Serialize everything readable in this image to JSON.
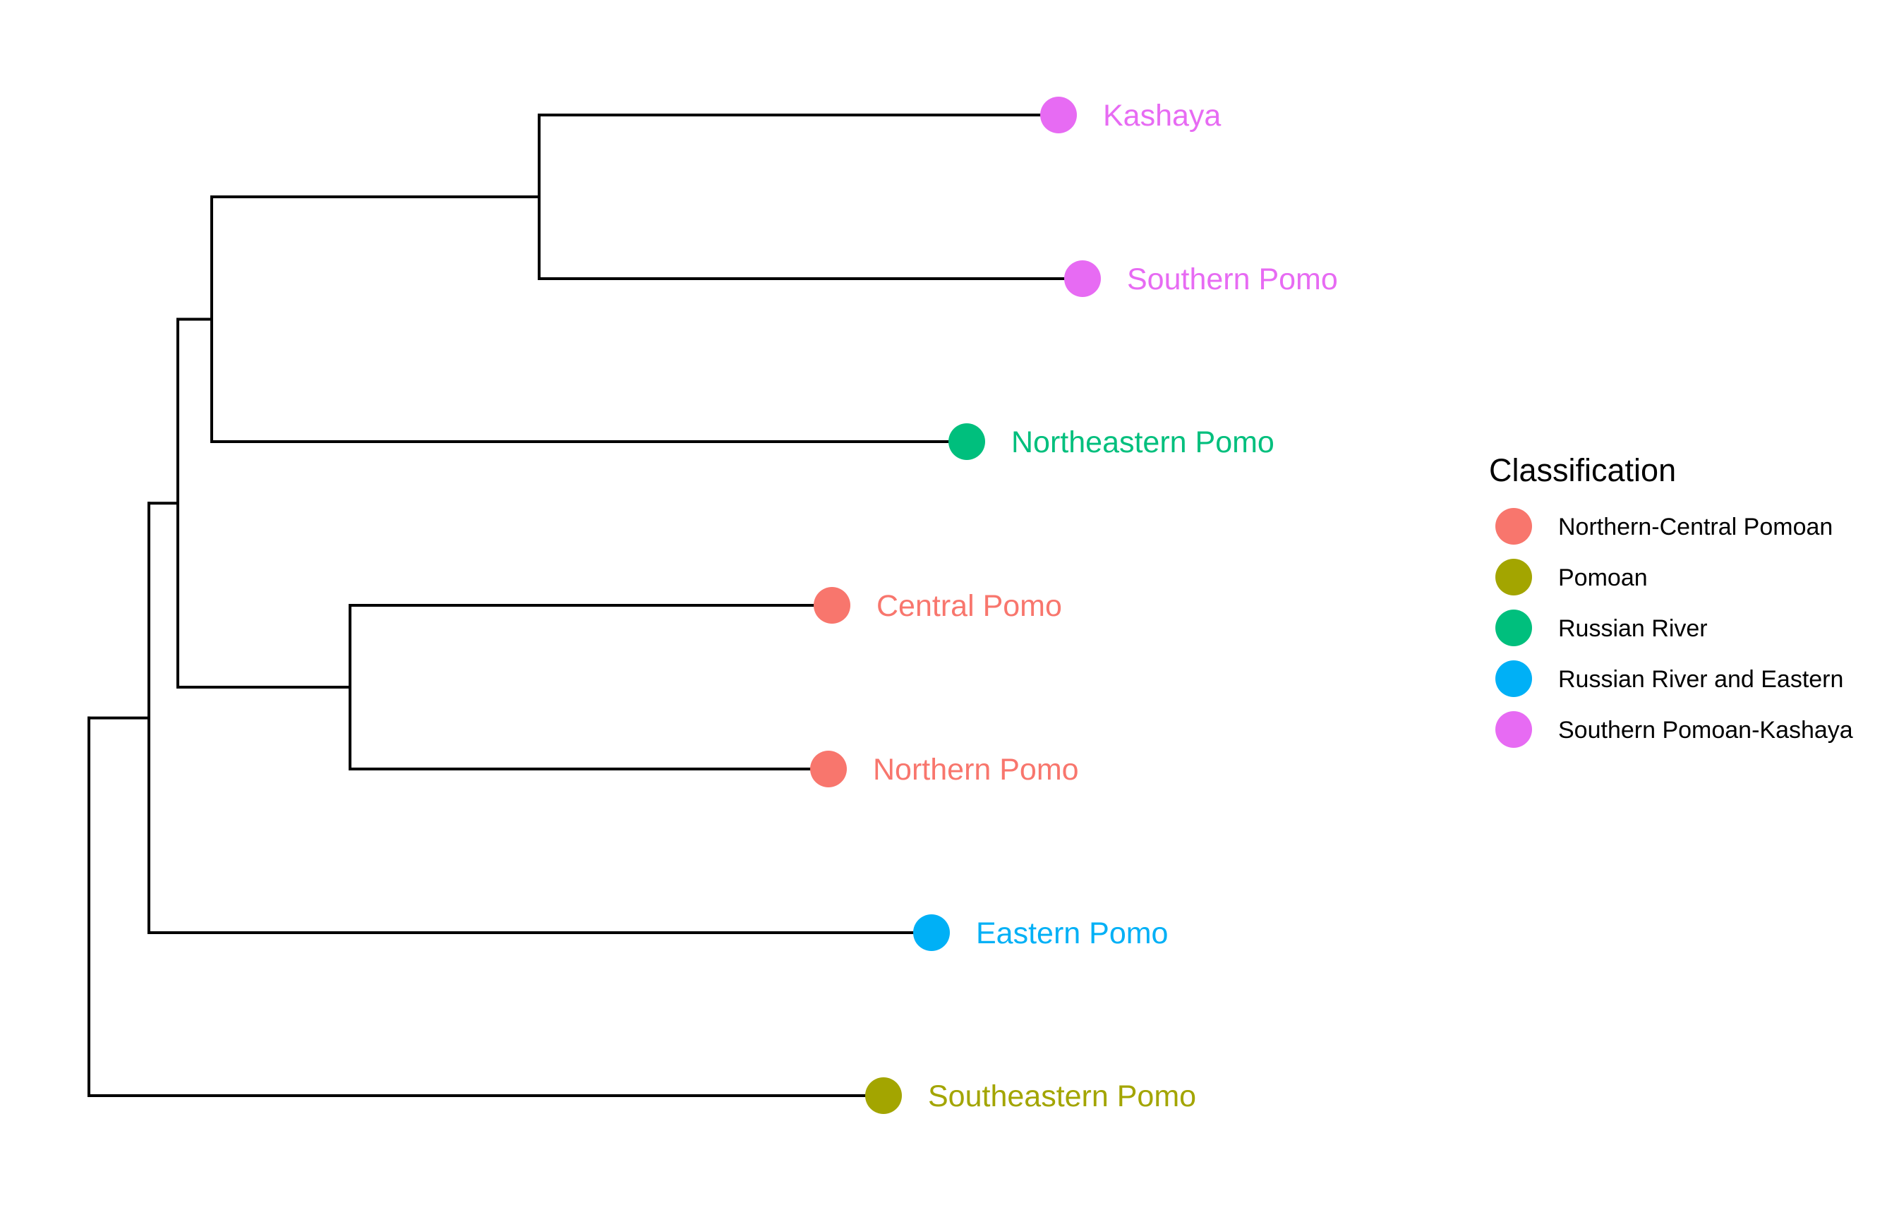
{
  "legend": {
    "title": "Classification",
    "items": [
      {
        "label": "Northern-Central Pomoan",
        "color": "#F8766D"
      },
      {
        "label": "Pomoan",
        "color": "#A3A500"
      },
      {
        "label": "Russian River",
        "color": "#00BF7D"
      },
      {
        "label": "Russian River and Eastern",
        "color": "#00B0F6"
      },
      {
        "label": "Southern Pomoan-Kashaya",
        "color": "#E76BF3"
      }
    ]
  },
  "tree": {
    "tips": [
      {
        "name": "Kashaya",
        "classification": "Southern Pomoan-Kashaya"
      },
      {
        "name": "Southern Pomo",
        "classification": "Southern Pomoan-Kashaya"
      },
      {
        "name": "Northeastern Pomo",
        "classification": "Russian River"
      },
      {
        "name": "Central Pomo",
        "classification": "Northern-Central Pomoan"
      },
      {
        "name": "Northern Pomo",
        "classification": "Northern-Central Pomoan"
      },
      {
        "name": "Eastern Pomo",
        "classification": "Russian River and Eastern"
      },
      {
        "name": "Southeastern Pomo",
        "classification": "Pomoan"
      }
    ],
    "topology": "(((((Kashaya,Southern Pomo),Northeastern Pomo),(Central Pomo,Northern Pomo)),Eastern Pomo),Southeastern Pomo)",
    "branch_color": "#000000"
  }
}
